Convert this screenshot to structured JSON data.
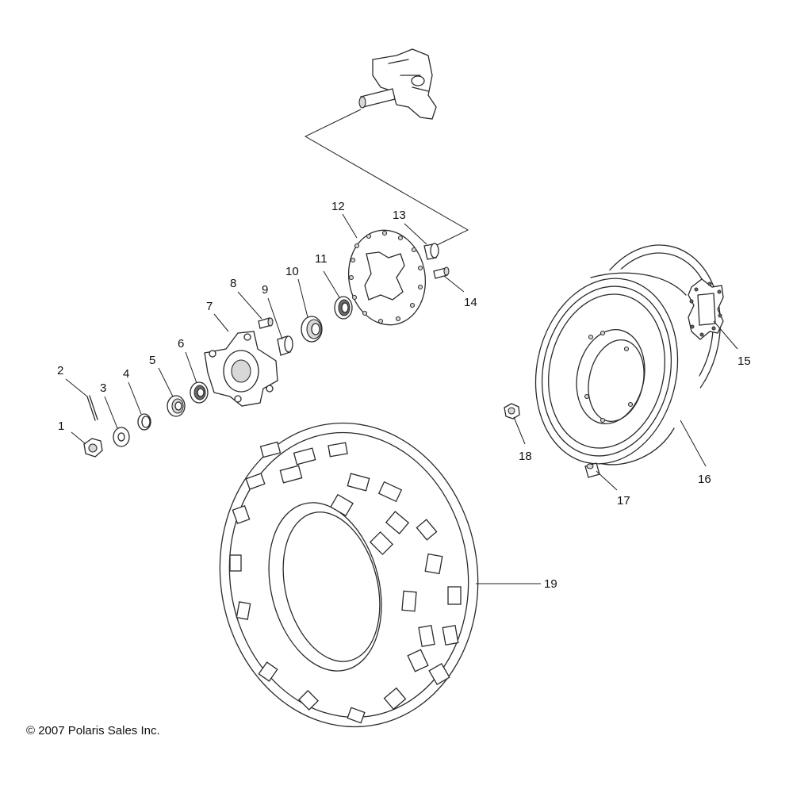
{
  "callouts": {
    "c1": "1",
    "c2": "2",
    "c3": "3",
    "c4": "4",
    "c5": "5",
    "c6": "6",
    "c7": "7",
    "c8": "8",
    "c9": "9",
    "c10": "10",
    "c11": "11",
    "c12": "12",
    "c13": "13",
    "c14": "14",
    "c15": "15",
    "c16": "16",
    "c17": "17",
    "c18": "18",
    "c19": "19"
  },
  "footer": {
    "copyright": "© 2007 Polaris Sales Inc."
  }
}
